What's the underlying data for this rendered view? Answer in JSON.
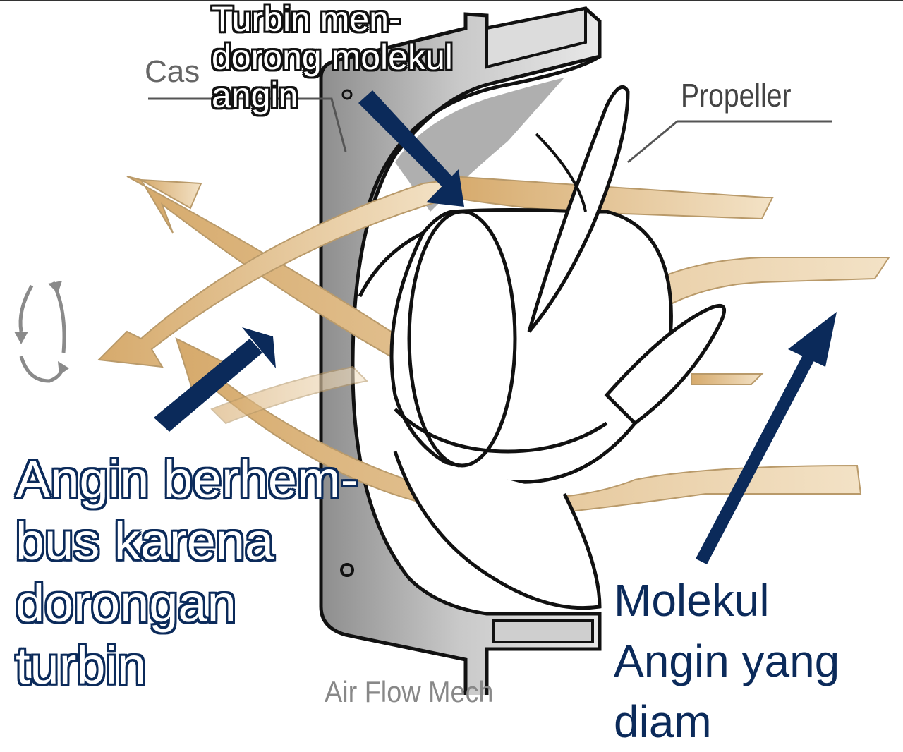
{
  "diagram": {
    "title": "Fan air flow mechanism",
    "colors": {
      "annotation_arrow": "#0b2a5a",
      "airflow": "#d9b27a",
      "casing": "#a7a7a7",
      "outline": "#111111"
    },
    "original_labels": {
      "casing": "Cas",
      "propeller": "Propeller",
      "caption_fragment": "Air Flow Mech"
    },
    "annotations": {
      "turbin": "Turbin men-\ndorong molekul\nangin",
      "angin_berhembus": "Angin berhem-\nbus karena\ndorongan\nturbin",
      "molekul": "Molekul\nAngin yang\ndiam"
    },
    "icons": {
      "rotation": "rotation-arrows-icon"
    }
  }
}
